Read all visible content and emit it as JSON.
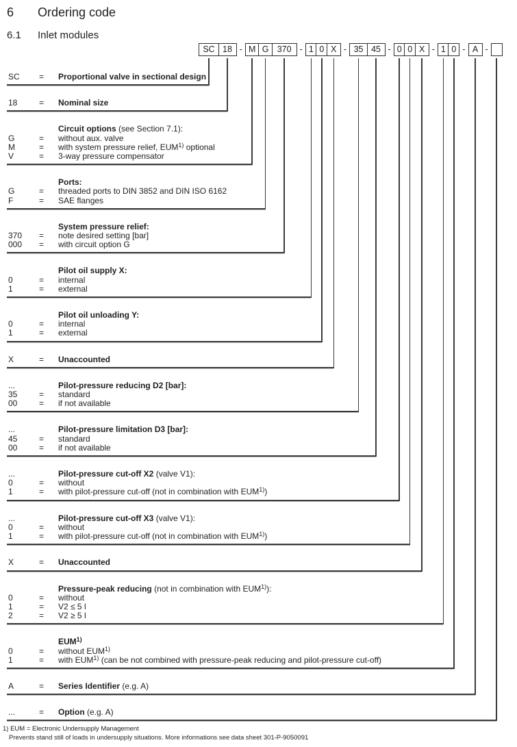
{
  "page": {
    "section_number": "6",
    "section_title": "Ordering code",
    "subsection_number": "6.1",
    "subsection_title": "Inlet modules"
  },
  "ordering_code": {
    "segments": [
      "SC",
      "18",
      "-",
      "M",
      "G",
      "370",
      "-",
      "1",
      "0",
      "X",
      "-",
      "35",
      "45",
      "-",
      "0",
      "0",
      "X",
      "-",
      "1",
      "0",
      "-",
      "A",
      "-",
      ""
    ]
  },
  "sections": [
    {
      "name": "valve-type",
      "lines": [
        {
          "code": "SC",
          "eq": true,
          "bold": "Proportional valve in sectional design"
        }
      ]
    },
    {
      "name": "nominal-size",
      "lines": [
        {
          "code": "18",
          "eq": true,
          "bold": "Nominal size"
        }
      ]
    },
    {
      "name": "circuit-options",
      "lines": [
        {
          "code": "",
          "eq": false,
          "bold": "Circuit options",
          "text": " (see Section 7.1):"
        },
        {
          "code": "G",
          "eq": true,
          "text": "without aux. valve"
        },
        {
          "code": "M",
          "eq": true,
          "text": "with system pressure relief, EUM^1) optional"
        },
        {
          "code": "V",
          "eq": true,
          "text": "3-way pressure compensator"
        }
      ]
    },
    {
      "name": "ports",
      "lines": [
        {
          "code": "",
          "eq": false,
          "bold": "Ports:"
        },
        {
          "code": "G",
          "eq": true,
          "text": "threaded ports to DIN 3852 and DIN ISO 6162"
        },
        {
          "code": "F",
          "eq": true,
          "text": "SAE flanges"
        }
      ]
    },
    {
      "name": "system-pressure-relief",
      "lines": [
        {
          "code": "",
          "eq": false,
          "bold": "System pressure relief:"
        },
        {
          "code": "370",
          "eq": true,
          "text": "note desired setting [bar]"
        },
        {
          "code": "000",
          "eq": true,
          "text": "with circuit option G"
        }
      ]
    },
    {
      "name": "pilot-oil-supply-x",
      "lines": [
        {
          "code": "",
          "eq": false,
          "bold": "Pilot oil supply X:"
        },
        {
          "code": "0",
          "eq": true,
          "text": "internal"
        },
        {
          "code": "1",
          "eq": true,
          "text": "external"
        }
      ]
    },
    {
      "name": "pilot-oil-unloading-y",
      "lines": [
        {
          "code": "",
          "eq": false,
          "bold": "Pilot oil unloading Y:"
        },
        {
          "code": "0",
          "eq": true,
          "text": "internal"
        },
        {
          "code": "1",
          "eq": true,
          "text": "external"
        }
      ]
    },
    {
      "name": "unaccounted-1",
      "lines": [
        {
          "code": "X",
          "eq": true,
          "bold": "Unaccounted"
        }
      ]
    },
    {
      "name": "pilot-pressure-reducing-d2",
      "lines": [
        {
          "code": "...",
          "eq": false,
          "bold": "Pilot-pressure reducing D2 [bar]:"
        },
        {
          "code": "35",
          "eq": true,
          "text": "standard"
        },
        {
          "code": "00",
          "eq": true,
          "text": "if not available"
        }
      ]
    },
    {
      "name": "pilot-pressure-limitation-d3",
      "lines": [
        {
          "code": "...",
          "eq": false,
          "bold": "Pilot-pressure limitation D3 [bar]:"
        },
        {
          "code": "45",
          "eq": true,
          "text": "standard"
        },
        {
          "code": "00",
          "eq": true,
          "text": "if not available"
        }
      ]
    },
    {
      "name": "pilot-pressure-cutoff-x2",
      "lines": [
        {
          "code": "...",
          "eq": false,
          "bold": "Pilot-pressure cut-off X2",
          "text": " (valve V1):"
        },
        {
          "code": "0",
          "eq": true,
          "text": "without"
        },
        {
          "code": "1",
          "eq": true,
          "text": "with pilot-pressure cut-off (not in combination with EUM^1))"
        }
      ]
    },
    {
      "name": "pilot-pressure-cutoff-x3",
      "lines": [
        {
          "code": "...",
          "eq": false,
          "bold": "Pilot-pressure cut-off X3",
          "text": " (valve V1):"
        },
        {
          "code": "0",
          "eq": true,
          "text": "without"
        },
        {
          "code": "1",
          "eq": true,
          "text": "with pilot-pressure cut-off (not in combination with EUM^1))"
        }
      ]
    },
    {
      "name": "unaccounted-2",
      "lines": [
        {
          "code": "X",
          "eq": true,
          "bold": "Unaccounted"
        }
      ]
    },
    {
      "name": "pressure-peak-reducing",
      "lines": [
        {
          "code": "",
          "eq": false,
          "bold": "Pressure-peak reducing",
          "text": " (not in combination with EUM^1)):"
        },
        {
          "code": "0",
          "eq": true,
          "text": "without"
        },
        {
          "code": "1",
          "eq": true,
          "text": "V2 ≤ 5 l"
        },
        {
          "code": "2",
          "eq": true,
          "text": "V2 ≥ 5 l"
        }
      ]
    },
    {
      "name": "eum",
      "lines": [
        {
          "code": "",
          "eq": false,
          "bold": "EUM^1)"
        },
        {
          "code": "0",
          "eq": true,
          "text": "without EUM^1)"
        },
        {
          "code": "1",
          "eq": true,
          "text": "with EUM^1) (can be not combined with pressure-peak reducing and pilot-pressure cut-off)"
        }
      ]
    },
    {
      "name": "series-identifier",
      "lines": [
        {
          "code": "A",
          "eq": true,
          "bold": "Series Identifier",
          "text": " (e.g. A)"
        }
      ]
    },
    {
      "name": "option",
      "lines": [
        {
          "code": "...",
          "eq": true,
          "bold": "Option",
          "text": " (e.g. A)"
        }
      ]
    }
  ],
  "footnote": {
    "line1": "1) EUM = Electronic Undersupply Management",
    "line2": "Prevents stand still of loads in undersupply situations. More informations see data sheet 301-P-9050091"
  }
}
